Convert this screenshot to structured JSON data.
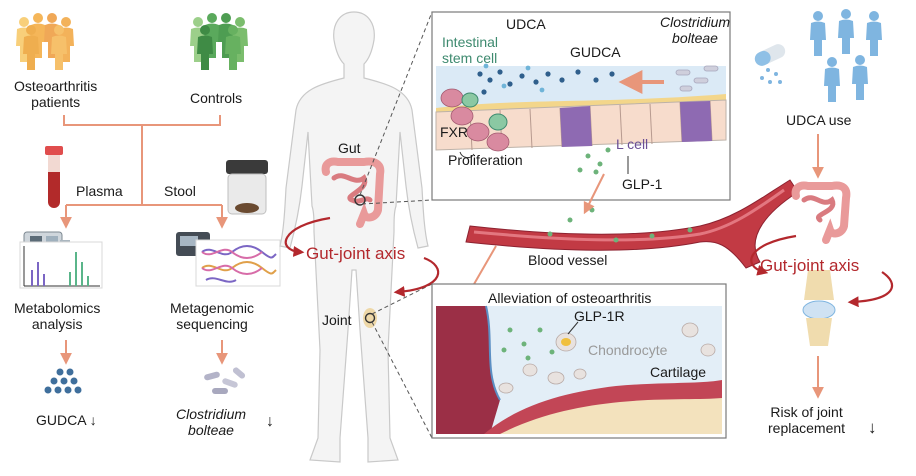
{
  "left": {
    "patients": "Osteoarthritis\npatients",
    "controls": "Controls",
    "plasma": "Plasma",
    "stool": "Stool",
    "metabolomics": "Metabolomics\nanalysis",
    "metagenomic": "Metagenomic\nsequencing",
    "gudca_result": "GUDCA",
    "clostridium_result": "Clostridium\nbolteae",
    "arrow_down": "↓"
  },
  "body": {
    "gut": "Gut",
    "joint": "Joint",
    "axis": "Gut-joint axis"
  },
  "gut_inset": {
    "udca": "UDCA",
    "stem_cell": "Intestinal\nstem cell",
    "gudca": "GUDCA",
    "bacterium": "Clostridium\nbolteae",
    "fxr": "FXR",
    "proliferation": "Proliferation",
    "l_cell": "L cell",
    "glp1": "GLP-1"
  },
  "vessel": {
    "label": "Blood vessel"
  },
  "joint_inset": {
    "title": "Alleviation of osteoarthritis",
    "receptor": "GLP-1R",
    "chondrocyte": "Chondrocyte",
    "cartilage": "Cartilage"
  },
  "right": {
    "udca_use": "UDCA use",
    "axis": "Gut-joint axis",
    "risk": "Risk of joint\nreplacement",
    "arrow_down": "↓"
  },
  "colors": {
    "arrow": "#e8967a",
    "axis_red": "#b3282d",
    "patient_orange": "#f0a857",
    "control_green": "#4e9d52",
    "udca_blue": "#7fb5e0",
    "cartilage_red": "#a03040",
    "gut_pink": "#e99a9a"
  }
}
